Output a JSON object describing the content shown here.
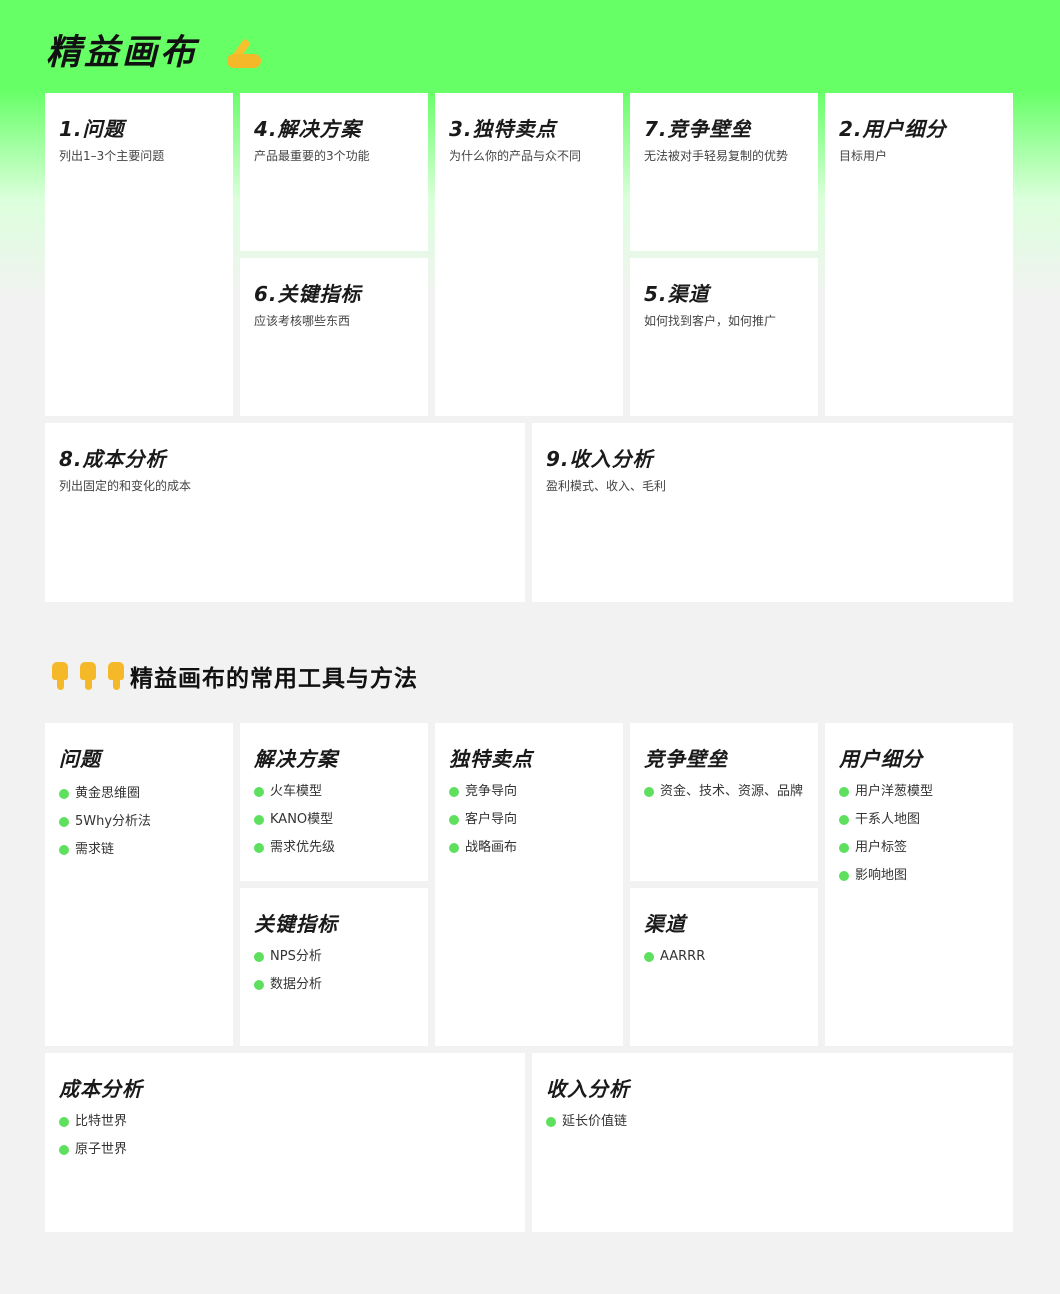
{
  "title": "精益画布",
  "title_icon": "writing-hand-icon",
  "canvas": {
    "problem": {
      "title": "1.问题",
      "desc": "列出1–3个主要问题"
    },
    "solution": {
      "title": "4.解决方案",
      "desc": "产品最重要的3个功能"
    },
    "uvp": {
      "title": "3.独特卖点",
      "desc": "为什么你的产品与众不同"
    },
    "advantage": {
      "title": "7.竞争壁垒",
      "desc": "无法被对手轻易复制的优势"
    },
    "segments": {
      "title": "2.用户细分",
      "desc": "目标用户"
    },
    "metrics": {
      "title": "6.关键指标",
      "desc": "应该考核哪些东西"
    },
    "channels": {
      "title": "5.渠道",
      "desc": "如何找到客户，如何推广"
    },
    "cost": {
      "title": "8.成本分析",
      "desc": "列出固定的和变化的成本"
    },
    "revenue": {
      "title": "9.收入分析",
      "desc": "盈利模式、收入、毛利"
    }
  },
  "section": {
    "title": "精益画布的常用工具与方法",
    "icon": "pointing-down-hand-icon",
    "accent": "#5ee05e"
  },
  "tools": {
    "problem": {
      "title": "问题",
      "items": [
        "黄金思维圈",
        "5Why分析法",
        "需求链"
      ]
    },
    "solution": {
      "title": "解决方案",
      "items": [
        "火车模型",
        "KANO模型",
        "需求优先级"
      ]
    },
    "uvp": {
      "title": "独特卖点",
      "items": [
        "竞争导向",
        "客户导向",
        "战略画布"
      ]
    },
    "advantage": {
      "title": "竞争壁垒",
      "items": [
        "资金、技术、资源、品牌"
      ]
    },
    "segments": {
      "title": "用户细分",
      "items": [
        "用户洋葱模型",
        "干系人地图",
        "用户标签",
        "影响地图"
      ]
    },
    "metrics": {
      "title": "关键指标",
      "items": [
        "NPS分析",
        "数据分析"
      ]
    },
    "channels": {
      "title": "渠道",
      "items": [
        "AARRR"
      ]
    },
    "cost": {
      "title": "成本分析",
      "items": [
        "比特世界",
        "原子世界"
      ]
    },
    "revenue": {
      "title": "收入分析",
      "items": [
        "延长价值链"
      ]
    }
  }
}
